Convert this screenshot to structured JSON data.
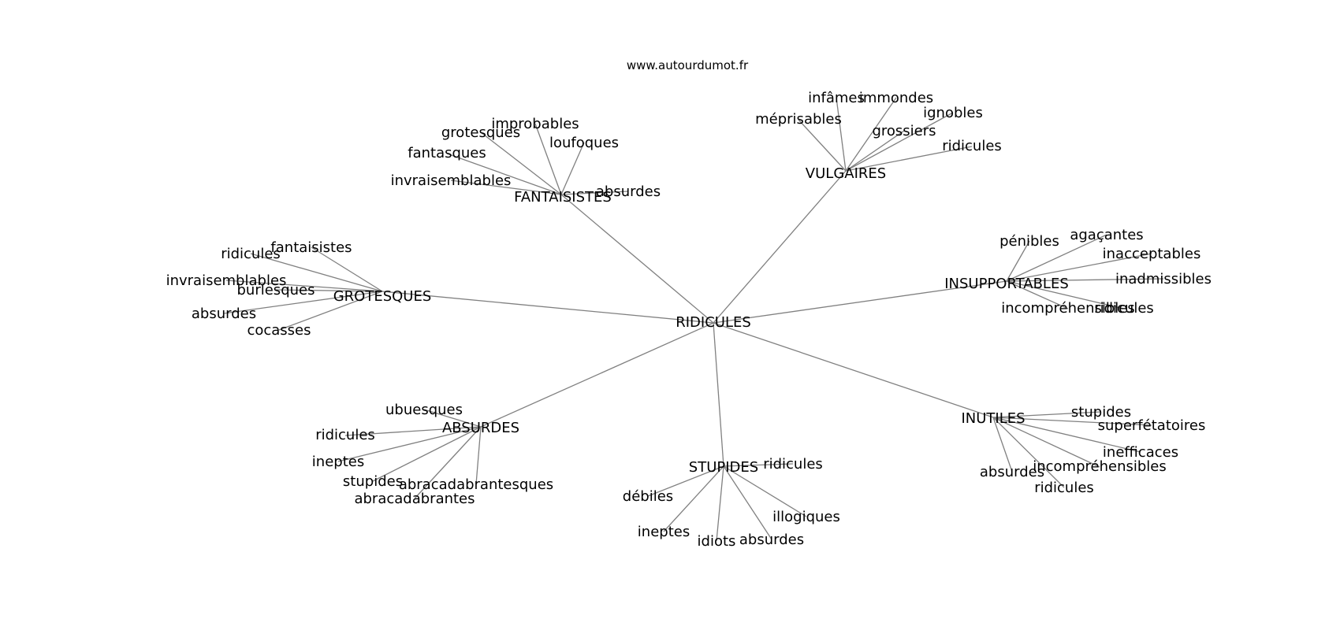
{
  "source": "www.autourdumot.fr",
  "center": "RIDICULES",
  "hubs": [
    {
      "label": "VULGAIRES",
      "words": [
        "infâmes",
        "immondes",
        "méprisables",
        "ignobles",
        "grossiers",
        "ridicules"
      ]
    },
    {
      "label": "FANTAISISTES",
      "words": [
        "improbables",
        "grotesques",
        "loufoques",
        "fantasques",
        "invraisemblables",
        "absurdes"
      ]
    },
    {
      "label": "GROTESQUES",
      "words": [
        "fantaisistes",
        "ridicules",
        "invraisemblables",
        "burlesques",
        "absurdes",
        "cocasses"
      ]
    },
    {
      "label": "INSUPPORTABLES",
      "words": [
        "pénibles",
        "agaçantes",
        "inacceptables",
        "inadmissibles",
        "incompréhensibles",
        "ridicules"
      ]
    },
    {
      "label": "ABSURDES",
      "words": [
        "ubuesques",
        "ridicules",
        "ineptes",
        "stupides",
        "abracadabrantesques",
        "abracadabrantes"
      ]
    },
    {
      "label": "STUPIDES",
      "words": [
        "ridicules",
        "débiles",
        "illogiques",
        "ineptes",
        "idiots",
        "absurdes"
      ]
    },
    {
      "label": "INUTILES",
      "words": [
        "stupides",
        "superfétatoires",
        "inefficaces",
        "incompréhensibles",
        "absurdes",
        "ridicules"
      ]
    }
  ],
  "colors": {
    "edge": "#808080",
    "text": "#000000",
    "background": "#ffffff"
  }
}
